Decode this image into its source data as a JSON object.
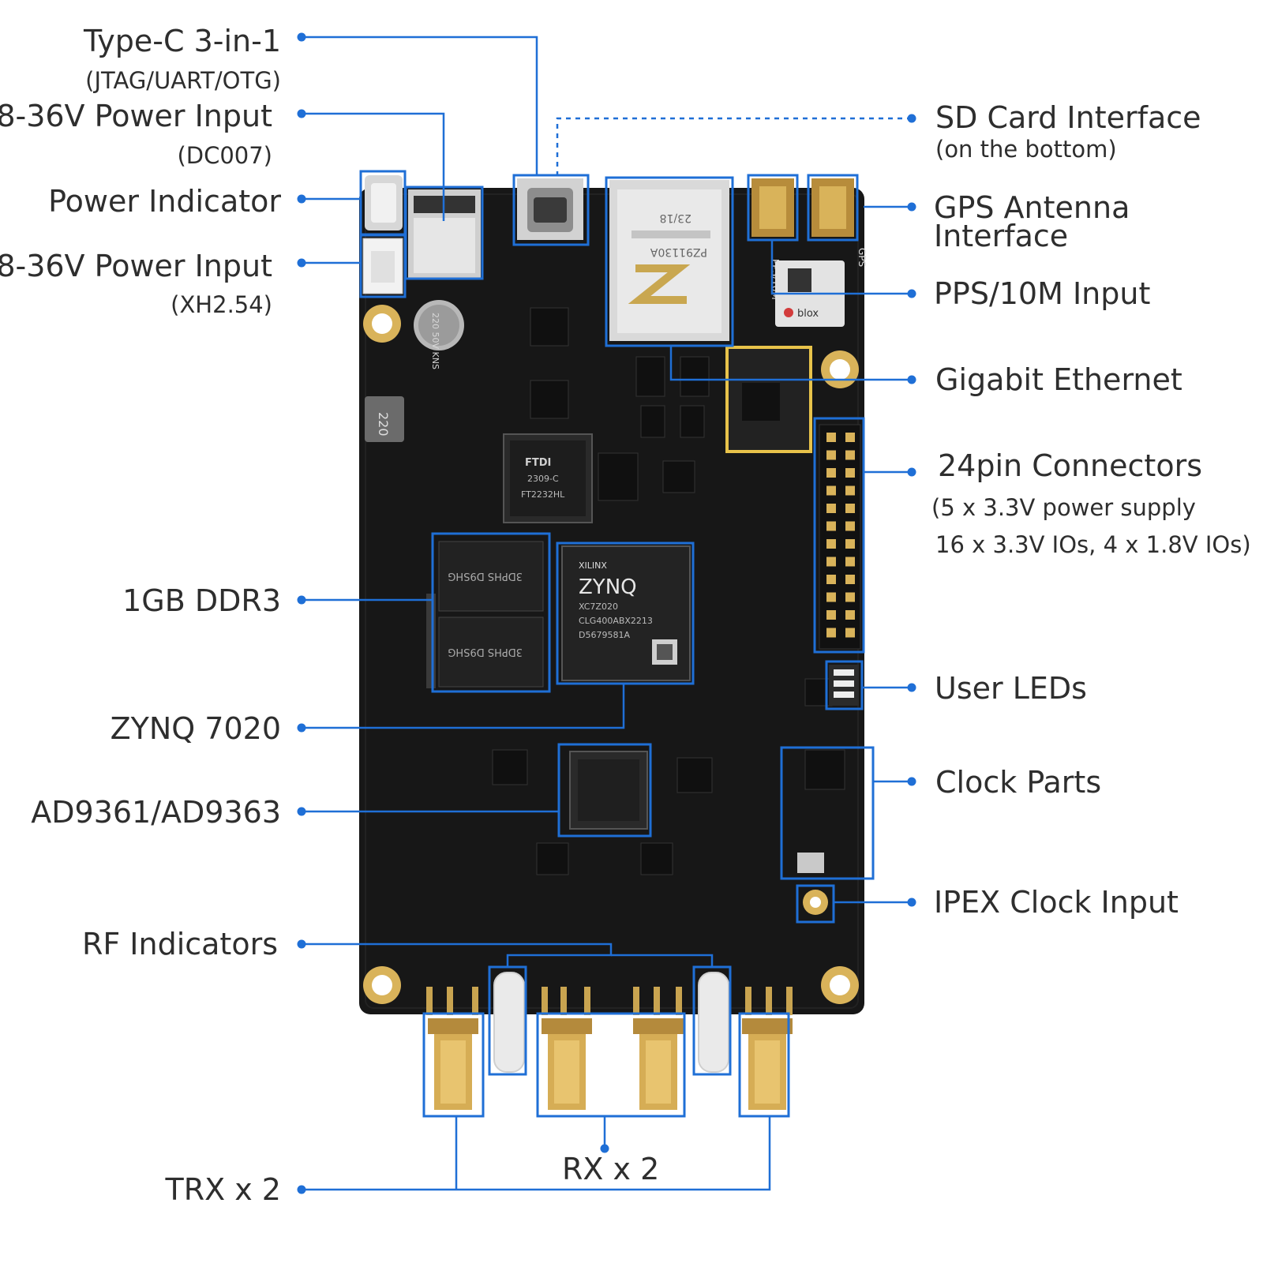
{
  "colors": {
    "accent": "#1f6fd6",
    "board": "#171717",
    "gold": "#d9b35a",
    "highlight_yellow": "#e8c34a",
    "label_text": "#2e2e2e"
  },
  "labels": {
    "type_c": {
      "title": "Type-C 3-in-1",
      "sub": "(JTAG/UART/OTG)"
    },
    "power_dc": {
      "title": "8-36V Power Input",
      "sub": "(DC007)"
    },
    "power_indicator": {
      "title": "Power Indicator"
    },
    "power_xh": {
      "title": "8-36V Power Input",
      "sub": "(XH2.54)"
    },
    "ddr3": {
      "title": "1GB DDR3"
    },
    "zynq": {
      "title": "ZYNQ 7020"
    },
    "ad9361": {
      "title": "AD9361/AD9363"
    },
    "rf_indicators": {
      "title": "RF Indicators"
    },
    "trx": {
      "title": "TRX x 2"
    },
    "rx": {
      "title": "RX x 2"
    },
    "sd_card": {
      "title": "SD Card Interface",
      "sub": "(on the bottom)"
    },
    "gps": {
      "title": "GPS Antenna",
      "title2": "Interface"
    },
    "pps": {
      "title": "PPS/10M Input"
    },
    "ethernet": {
      "title": "Gigabit Ethernet"
    },
    "connectors": {
      "title": "24pin Connectors",
      "sub": "(5 x 3.3V power supply",
      "sub2": "16 x 3.3V IOs, 4 x 1.8V IOs)"
    },
    "user_leds": {
      "title": "User LEDs"
    },
    "clock_parts": {
      "title": "Clock Parts"
    },
    "ipex": {
      "title": "IPEX Clock Input"
    }
  },
  "board_markings": {
    "zynq_brand": "XILINX",
    "zynq_name": "ZYNQ",
    "zynq_part": "XC7Z020",
    "zynq_code": "CLG400ABX2213",
    "zynq_lot": "D5679581A",
    "ddr_text": "3DPHS D9SHG",
    "ftdi_brand": "FTDI",
    "ftdi_code": "2309-C",
    "ftdi_part": "FT2232HL",
    "rj45_code": "PZ91130A",
    "rj45_date": "23/18",
    "cap_text": "220 50V KNS",
    "inductor_text": "220",
    "gps_brand": "blox",
    "pps_silk": "PPS/10M",
    "gps_silk": "GPS"
  }
}
